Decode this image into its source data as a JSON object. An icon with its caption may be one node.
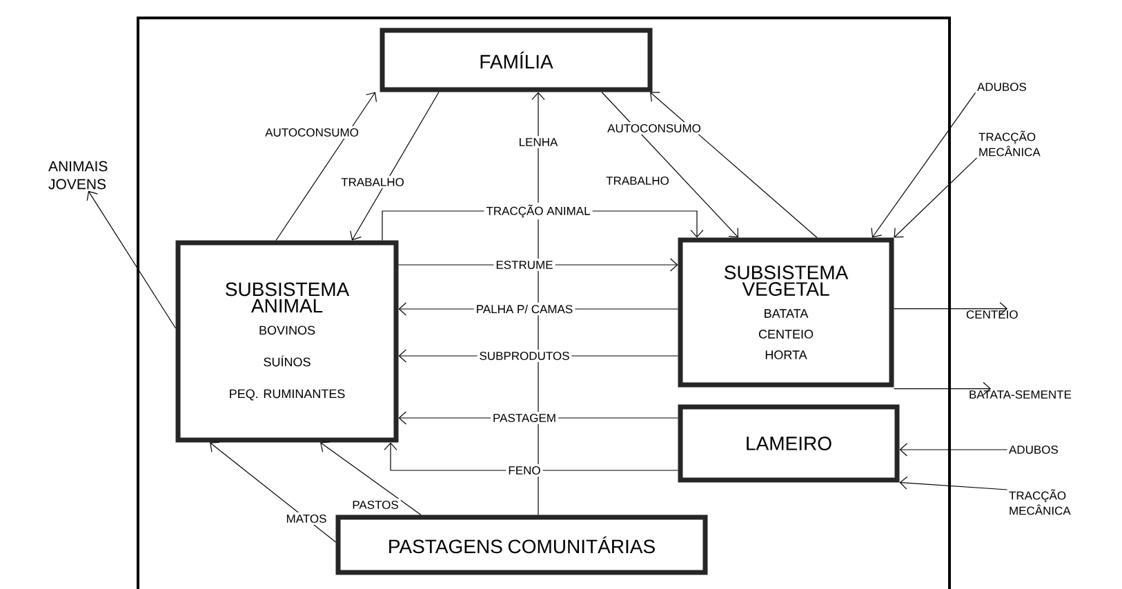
{
  "diagram": {
    "nodes": [
      {
        "text": [],
        "shape": "box"
      },
      {
        "text": [
          "FAMÍLIA"
        ],
        "in": 0
      },
      {
        "text": [
          "SUBSISTEMA ANIMAL",
          "BOVINOS",
          "SUÍNOS",
          "PEQ. RUMINANTES"
        ],
        "in": 0
      },
      {
        "text": [
          "SUBSISTEMA VEGETAL",
          "BATATA",
          "CENTEIO",
          "HORTA"
        ],
        "in": 0
      },
      {
        "text": [
          "LAMEIRO"
        ],
        "in": 0
      },
      {
        "text": [
          "PASTAGENS COMUNITÁRIAS"
        ],
        "in": 0
      },
      {
        "text": [
          "ANIMAIS JOVENS"
        ]
      },
      {
        "text": [
          "ADUBOS"
        ]
      },
      {
        "text": [
          "TRACÇÃO MECÂNICA"
        ]
      },
      {
        "text": [
          "CENTEIO"
        ]
      },
      {
        "text": [
          "BATATA-SEMENTE"
        ]
      },
      {
        "text": [
          "ADUBOS"
        ]
      },
      {
        "text": [
          "TRACÇÃO MECÂNICA"
        ]
      }
    ],
    "edges": [
      {
        "from": 2,
        "to": 1,
        "arrow": "to",
        "label": "AUTOCONSUMO"
      },
      {
        "from": 1,
        "to": 2,
        "arrow": "to",
        "label": "TRABALHO"
      },
      {
        "from": 3,
        "to": 1,
        "arrow": "to",
        "label": "AUTOCONSUMO"
      },
      {
        "from": 1,
        "to": 3,
        "arrow": "to",
        "label": "TRABALHO"
      },
      {
        "from": 2,
        "to": 3,
        "arrow": "to",
        "label": "TRACÇÃO ANIMAL"
      },
      {
        "from": 5,
        "to": 1,
        "arrow": "to",
        "label": "LENHA"
      },
      {
        "from": 2,
        "to": 3,
        "arrow": "to",
        "label": "ESTRUME"
      },
      {
        "from": 3,
        "to": 2,
        "arrow": "to",
        "label": "PALHA P/ CAMAS"
      },
      {
        "from": 3,
        "to": 2,
        "arrow": "to",
        "label": "SUBPRODUTOS"
      },
      {
        "from": 4,
        "to": 2,
        "arrow": "to",
        "label": "PASTAGEM"
      },
      {
        "from": 4,
        "to": 2,
        "arrow": "to",
        "label": "FENO"
      },
      {
        "from": 5,
        "to": 2,
        "arrow": "to",
        "label": "PASTOS"
      },
      {
        "from": 5,
        "to": 2,
        "arrow": "to",
        "label": "MATOS"
      },
      {
        "from": 2,
        "to": 6,
        "arrow": "to"
      },
      {
        "from": 7,
        "to": 3,
        "arrow": "to"
      },
      {
        "from": 8,
        "to": 3,
        "arrow": "to"
      },
      {
        "from": 3,
        "to": 9,
        "arrow": "to"
      },
      {
        "from": 3,
        "to": 10,
        "arrow": "to"
      },
      {
        "from": 11,
        "to": 4,
        "arrow": "to"
      },
      {
        "from": 12,
        "to": 4,
        "arrow": "to"
      }
    ]
  }
}
